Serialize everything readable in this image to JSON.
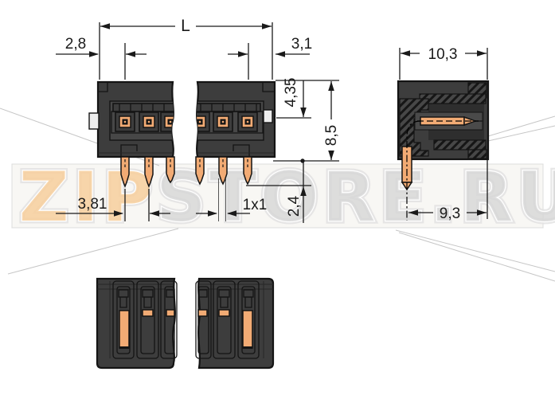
{
  "watermark": {
    "zip_text": "ZIP",
    "store_text": "STORE.RU"
  },
  "dimensions": {
    "total_length": "L",
    "first_pin_offset": "2,8",
    "last_pin_offset": "3,1",
    "housing_depth": "10,3",
    "contact_axis_depth": "4,35",
    "housing_height": "8,5",
    "pin_pitch": "3,81",
    "pin_cross_section": "1x1",
    "pin_protrusion": "2,4",
    "solder_pin_offset": "9,3"
  },
  "colors": {
    "dim": "#1a1a1a",
    "ol": "#141414",
    "body": "#3d3d3d",
    "panel": "#474747",
    "cav": "#2e2e2e",
    "slot": "#4a4a4a",
    "pin": "#f2ab74",
    "band": "#f8f7f4",
    "bandb": "#dcdcdc",
    "wmzip": "#f7cf9c",
    "wmstore": "#d6d6d6",
    "swoosh": "#c6c6c6"
  }
}
